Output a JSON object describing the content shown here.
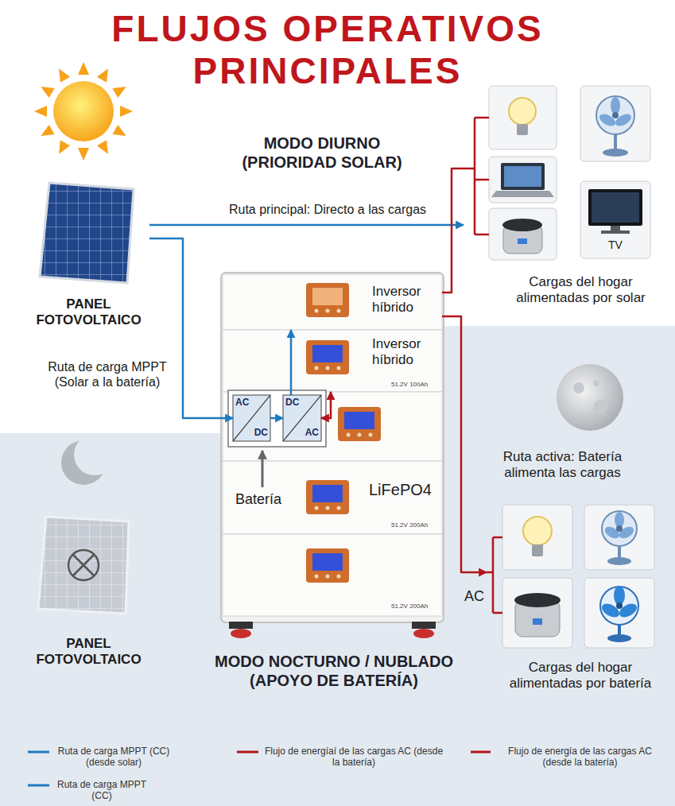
{
  "diagram": {
    "title": "FLUJOS OPERATIVOS PRINCIPALES",
    "nodes": [
      {
        "text": [
          "PANEL FOTOVOLTAICO"
        ]
      },
      {
        "text": [
          "Cargas del hogar alimentadas por solar"
        ]
      },
      {
        "text": [
          "TV"
        ],
        "in": 1
      },
      {
        "text": [
          "Inversor híbrido"
        ]
      },
      {
        "text": [
          "Inversor híbrido",
          "51.2V 100Ah"
        ]
      },
      {
        "text": [
          "AC",
          "DC"
        ]
      },
      {
        "text": [
          "DC",
          "AC"
        ]
      },
      {
        "text": [
          "LiFePO4",
          "51.2V 200Ah"
        ]
      },
      {
        "text": [
          "51.2V 200Ah"
        ]
      },
      {
        "text": [
          "PANEL FOTOVOLTAICO"
        ]
      },
      {
        "text": [
          "Cargas del hogar alimentadas por batería"
        ]
      }
    ],
    "edges": [
      {
        "from": 0,
        "to": 1,
        "label": "Ruta principal: Directo a las cargas",
        "arrow": "to"
      },
      {
        "from": 0,
        "to": 5,
        "label": "Ruta de carga MPPT (Solar a la batería)",
        "arrow": "to"
      },
      {
        "from": 5,
        "to": 6,
        "arrow": "to"
      },
      {
        "from": 6,
        "to": 3,
        "arrow": "to"
      },
      {
        "from": 6,
        "to": 4,
        "arrow": "both"
      },
      {
        "from": 3,
        "to": 1,
        "arrow": "none"
      },
      {
        "from": 3,
        "to": 10,
        "label": "AC",
        "arrow": "to"
      }
    ],
    "labels": [
      "MODO DIURNO (PRIORIDAD SOLAR)",
      "Batería",
      "Ruta activa: Batería alimenta las cargas",
      "MODO NOCTURNO / NUBLADO (APOYO DE BATERÍA)"
    ],
    "legend": [
      {
        "text": "Ruta de carga MPPT (CC) (desde solar)"
      },
      {
        "text": "Ruta de carga MPPT (CC)"
      },
      {
        "text": "Flujo de energíaí de las cargas AC (desde la batería)"
      },
      {
        "text": "Flujo de energía de las cargas AC (desde la batería)"
      }
    ]
  }
}
